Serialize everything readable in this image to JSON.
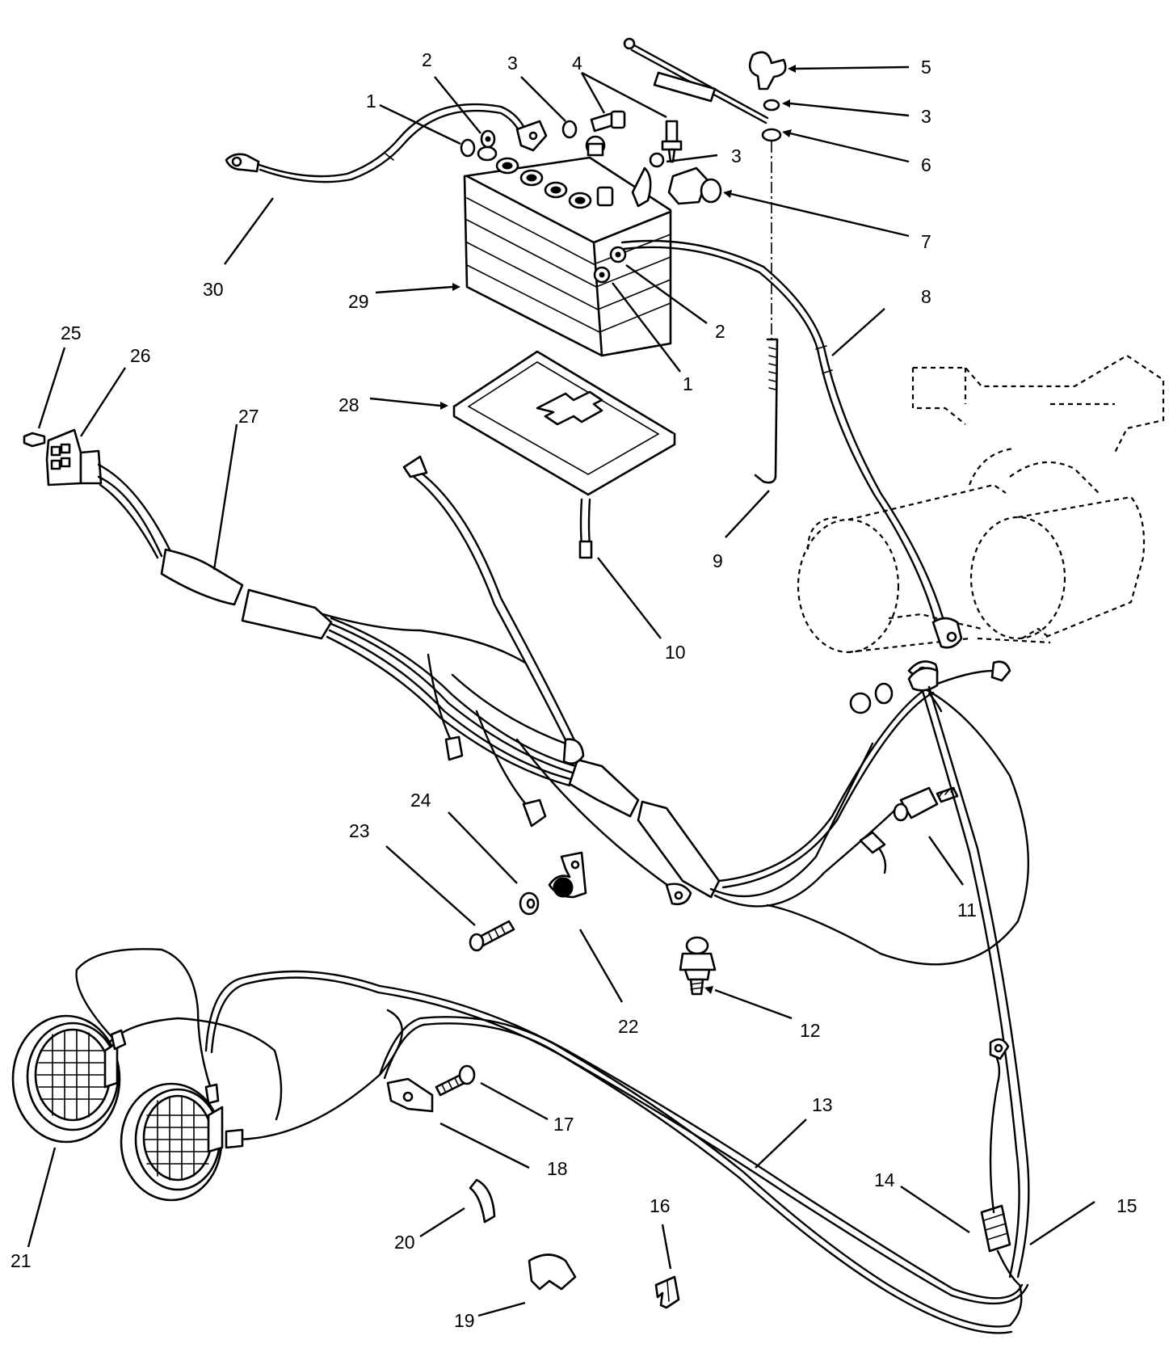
{
  "callouts": [
    {
      "id": "c1a",
      "text": "1"
    },
    {
      "id": "c2a",
      "text": "2"
    },
    {
      "id": "c3a",
      "text": "3"
    },
    {
      "id": "c4",
      "text": "4"
    },
    {
      "id": "c5",
      "text": "5"
    },
    {
      "id": "c3b",
      "text": "3"
    },
    {
      "id": "c6",
      "text": "6"
    },
    {
      "id": "c3c",
      "text": "3"
    },
    {
      "id": "c7",
      "text": "7"
    },
    {
      "id": "c8",
      "text": "8"
    },
    {
      "id": "c2b",
      "text": "2"
    },
    {
      "id": "c1b",
      "text": "1"
    },
    {
      "id": "c9",
      "text": "9"
    },
    {
      "id": "c10",
      "text": "10"
    },
    {
      "id": "c11",
      "text": "11"
    },
    {
      "id": "c12",
      "text": "12"
    },
    {
      "id": "c13",
      "text": "13"
    },
    {
      "id": "c14",
      "text": "14"
    },
    {
      "id": "c15",
      "text": "15"
    },
    {
      "id": "c16",
      "text": "16"
    },
    {
      "id": "c17",
      "text": "17"
    },
    {
      "id": "c18",
      "text": "18"
    },
    {
      "id": "c19",
      "text": "19"
    },
    {
      "id": "c20",
      "text": "20"
    },
    {
      "id": "c21",
      "text": "21"
    },
    {
      "id": "c22",
      "text": "22"
    },
    {
      "id": "c23",
      "text": "23"
    },
    {
      "id": "c24",
      "text": "24"
    },
    {
      "id": "c25",
      "text": "25"
    },
    {
      "id": "c26",
      "text": "26"
    },
    {
      "id": "c27",
      "text": "27"
    },
    {
      "id": "c28",
      "text": "28"
    },
    {
      "id": "c29",
      "text": "29"
    },
    {
      "id": "c30",
      "text": "30"
    }
  ]
}
